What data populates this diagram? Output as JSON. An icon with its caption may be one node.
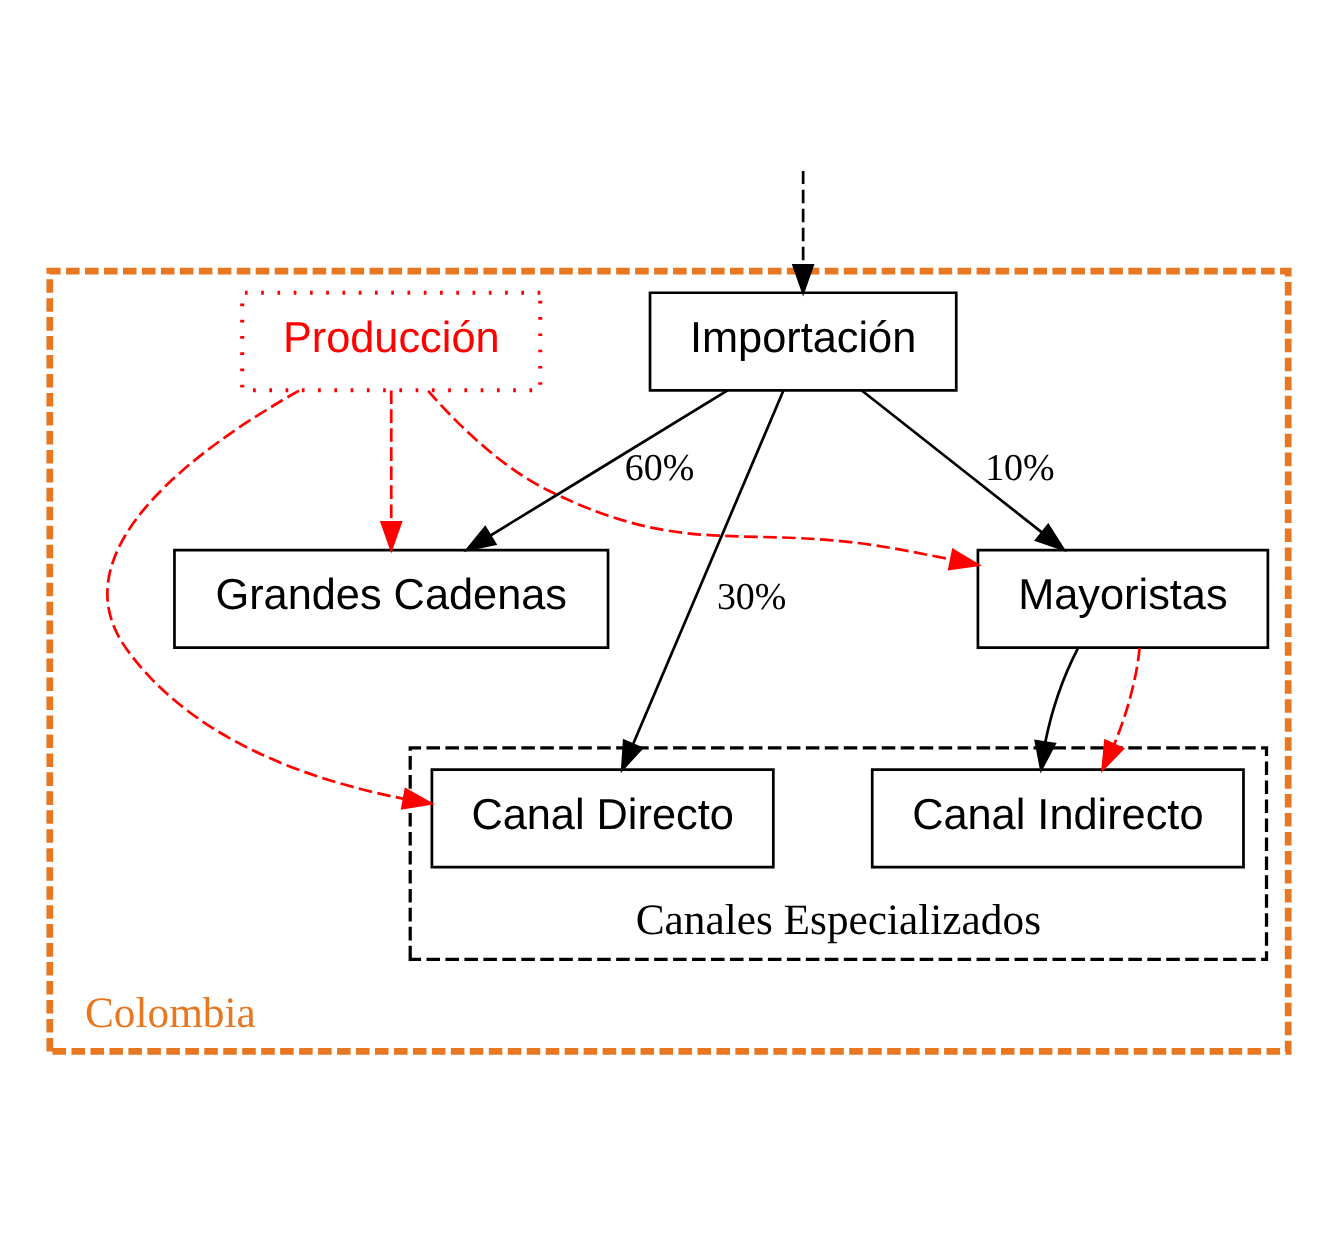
{
  "diagram": {
    "nodes": [
      {
        "text": [
          "Colombia"
        ]
      },
      {
        "text": [
          "Producción"
        ],
        "in": 0
      },
      {
        "text": [
          "Importación"
        ],
        "in": 0
      },
      {
        "text": [
          "Grandes Cadenas"
        ],
        "in": 0
      },
      {
        "text": [
          "Mayoristas"
        ],
        "in": 0
      },
      {
        "text": [
          "Canales Especializados"
        ],
        "in": 0
      },
      {
        "text": [
          "Canal Directo"
        ],
        "in": 5
      },
      {
        "text": [
          "Canal Indirecto"
        ],
        "in": 5
      }
    ],
    "edges": [
      {
        "from": null,
        "to": 2,
        "arrow": "to",
        "style": "dashed"
      },
      {
        "from": 2,
        "to": 3,
        "arrow": "to",
        "label": "60%"
      },
      {
        "from": 2,
        "to": 6,
        "arrow": "to",
        "label": "30%"
      },
      {
        "from": 2,
        "to": 4,
        "arrow": "to",
        "label": "10%"
      },
      {
        "from": 4,
        "to": 7,
        "arrow": "to"
      },
      {
        "from": 1,
        "to": 3,
        "arrow": "to",
        "style": "dashed",
        "color": "#ff0000"
      },
      {
        "from": 1,
        "to": 4,
        "arrow": "to",
        "style": "dashed",
        "color": "#ff0000"
      },
      {
        "from": 1,
        "to": 6,
        "arrow": "to",
        "style": "dashed",
        "color": "#ff0000"
      },
      {
        "from": 4,
        "to": 7,
        "arrow": "to",
        "style": "dashed",
        "color": "#ff0000"
      }
    ]
  }
}
